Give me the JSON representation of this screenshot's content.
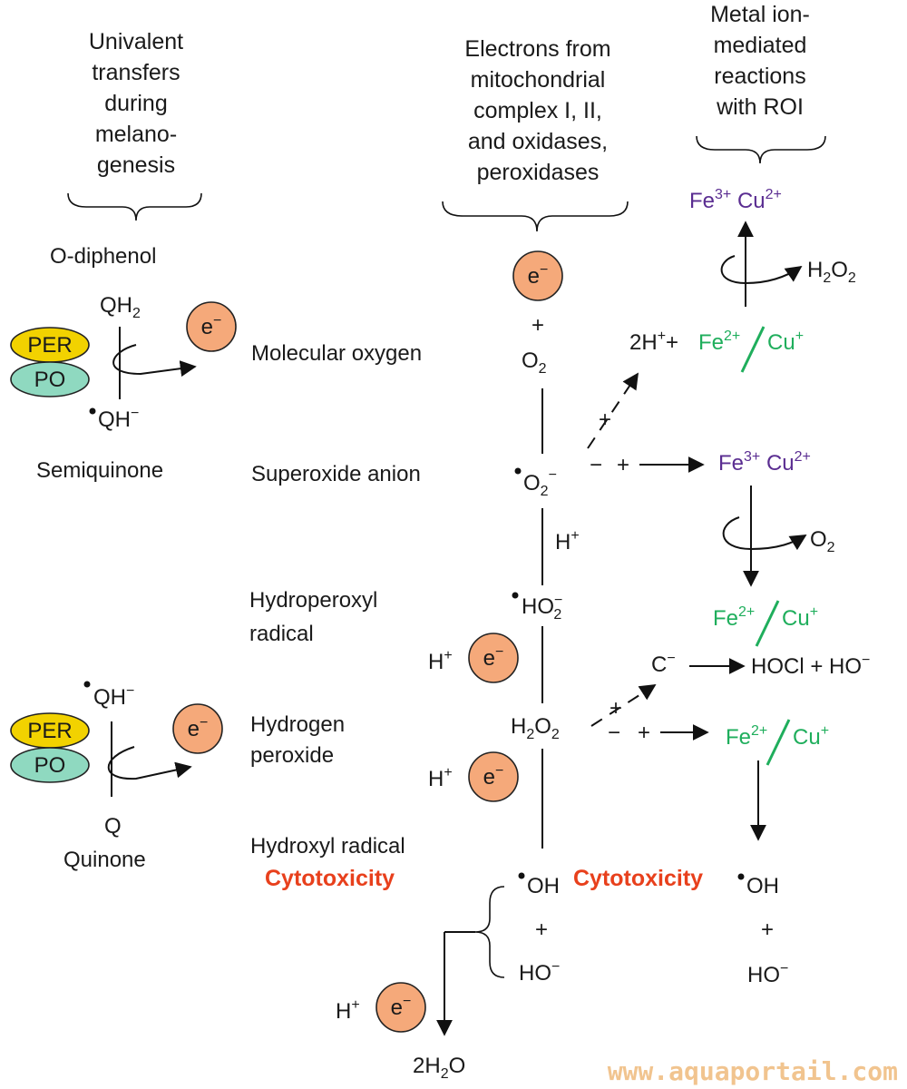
{
  "headers": {
    "univalent": [
      "Univalent",
      "transfers",
      "during",
      "melano-",
      "genesis"
    ],
    "electrons": [
      "Electrons from",
      "mitochondrial",
      "complex I, II,",
      "and oxidases,",
      "peroxidases"
    ],
    "metal": [
      "Metal ion-",
      "mediated",
      "reactions",
      "with ROI"
    ]
  },
  "left": {
    "o_diphenol": "O-diphenol",
    "qh2": "QH",
    "qh2_sub": "2",
    "per": "PER",
    "po": "PO",
    "electron": "e",
    "electron_sup": "−",
    "qh_radical": "QH",
    "qh_radical_sup": "−",
    "semiquinone": "Semiquinone",
    "qh_radical2": "QH",
    "qh_radical2_sup": "−",
    "q": "Q",
    "quinone": "Quinone"
  },
  "labels": {
    "molecular_oxygen": "Molecular oxygen",
    "superoxide": "Superoxide anion",
    "hydroperoxyl_1": "Hydroperoxyl",
    "hydroperoxyl_2": "radical",
    "hydrogen_1": "Hydrogen",
    "hydrogen_2": "peroxide",
    "hydroxyl": "Hydroxyl radical",
    "cytotoxicity_left": "Cytotoxicity",
    "cytotoxicity_right": "Cytotoxicity"
  },
  "center": {
    "plus": "+",
    "o2": "O",
    "o2_sub": "2",
    "superoxide_o": "O",
    "superoxide_sub": "2",
    "superoxide_sup": "−",
    "h_plus": "H",
    "h_plus_sup": "+",
    "ho2": "HO",
    "ho2_sub": "2",
    "ho2_sup": "−",
    "h2o2_h": "H",
    "h2o2_sub1": "2",
    "h2o2_o": "O",
    "h2o2_sub2": "2",
    "oh": "OH",
    "ho_minus": "HO",
    "ho_minus_sup": "−",
    "water": "2H",
    "water_sub": "2",
    "water_o": "O"
  },
  "right": {
    "fe3_top": "Fe",
    "fe3_top_sup": "3+",
    "cu2_top": "Cu",
    "cu2_top_sup": "2+",
    "h2o2": "H",
    "h2o2_sub1": "2",
    "h2o2_o": "O",
    "h2o2_sub2": "2",
    "two_h": "2H",
    "two_h_sup": "+",
    "plus": "+",
    "fe2": "Fe",
    "fe2_sup": "2+",
    "cu1": "Cu",
    "cu1_sup": "+",
    "minus": "−",
    "o2": "O",
    "o2_sub": "2",
    "c_minus": "C",
    "c_minus_sup": "−",
    "hocl": "HOCl",
    "ho": "HO",
    "ho_sup": "−",
    "oh": "OH"
  },
  "watermark": "www.aquaportail.com",
  "colors": {
    "electron_fill": "#f5a97a",
    "per_fill": "#f2d200",
    "po_fill": "#8fd9c0",
    "purple": "#5a2d91",
    "green": "#1fae5c",
    "red": "#e8401c"
  }
}
